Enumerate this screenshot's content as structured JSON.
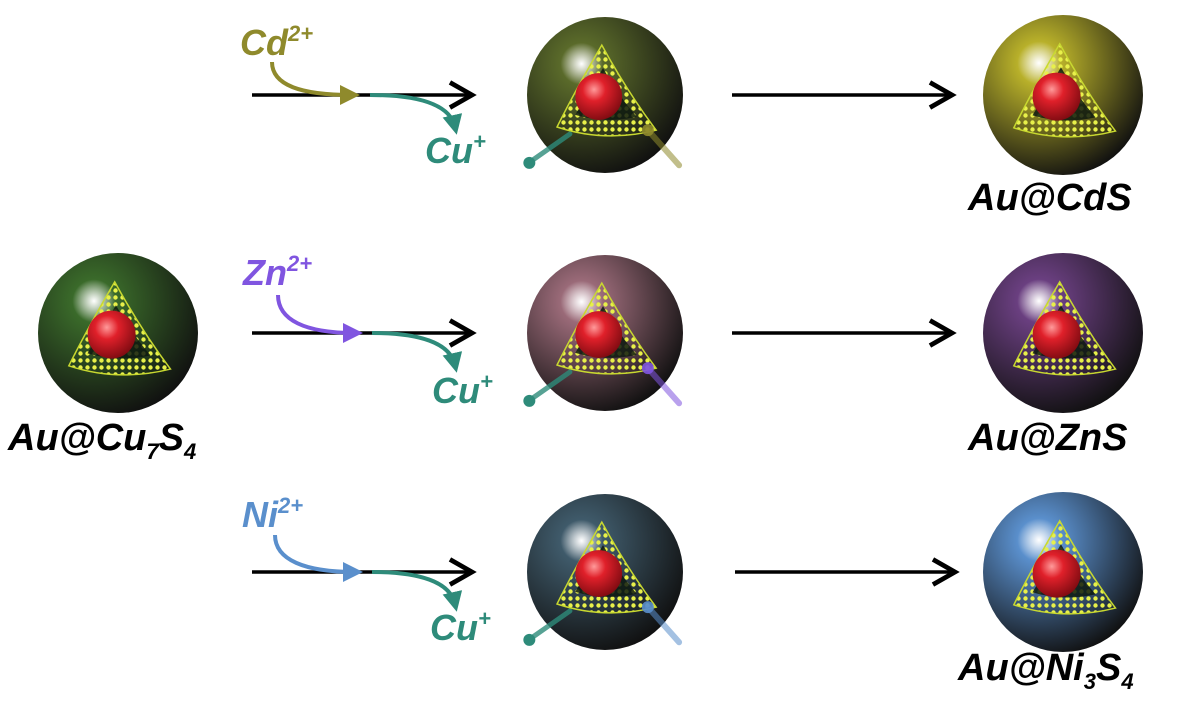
{
  "start": {
    "label_main": "Au@Cu",
    "label_sub1": "7",
    "label_mid": "S",
    "label_sub2": "4"
  },
  "rows": [
    {
      "ion": "Cd",
      "ion_charge": "2+",
      "ion_color": "#8f8a2c",
      "leaving": "Cu",
      "leaving_charge": "+",
      "intermediate_color": "#5a6a2a",
      "product_color": "#b8b02a",
      "product": "Au@CdS"
    },
    {
      "ion": "Zn",
      "ion_charge": "2+",
      "ion_color": "#8055e0",
      "leaving": "Cu",
      "leaving_charge": "+",
      "intermediate_color": "#9a6a78",
      "product_color": "#6a3f80",
      "product": "Au@ZnS"
    },
    {
      "ion": "Ni",
      "ion_charge": "2+",
      "ion_color": "#5a8fcc",
      "leaving": "Cu",
      "leaving_charge": "+",
      "intermediate_color": "#3f5a6a",
      "product_color": "#5a8fcc",
      "product_main": "Au@Ni",
      "product_sub1": "3",
      "product_mid": "S",
      "product_sub2": "4"
    }
  ],
  "colors": {
    "cu_ion": "#2e8b7a",
    "core": "#e0202a",
    "lattice": "#e8f04a",
    "start_shell": "#3a6a2a"
  }
}
